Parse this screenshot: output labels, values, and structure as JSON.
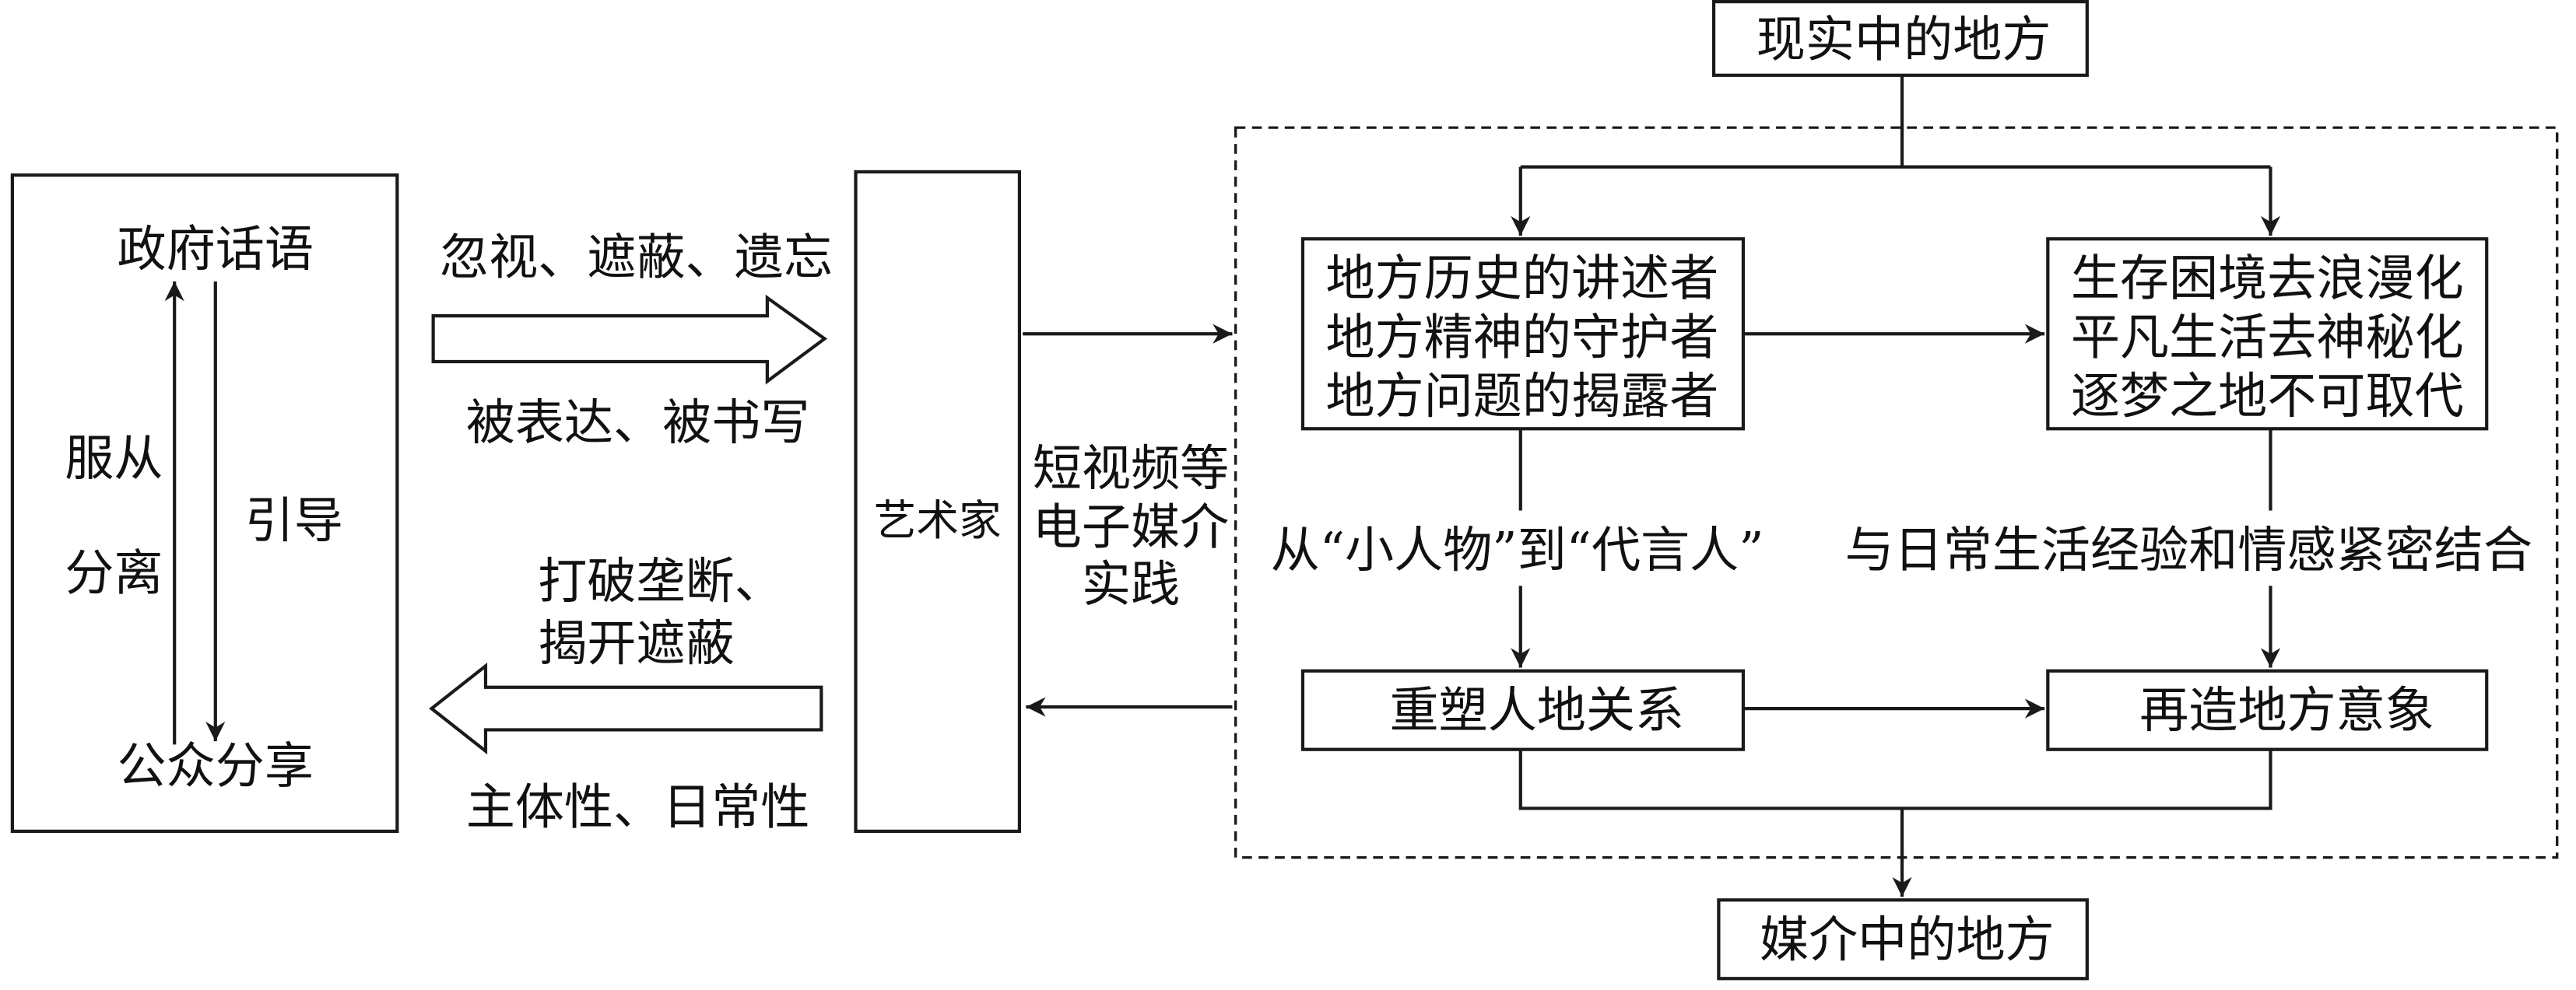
{
  "top_box": {
    "label": "现实中的地方"
  },
  "bottom_box": {
    "label": "媒介中的地方"
  },
  "left_box": {
    "top": "政府话语",
    "bottom": "公众分享",
    "left_label_1": "服从",
    "left_label_2": "分离",
    "right_label": "引导"
  },
  "upper_flow": {
    "top_text": "忽视、遮蔽、遗忘",
    "bottom_text": "被表达、被书写"
  },
  "lower_flow": {
    "top_text_1": "打破垄断、",
    "top_text_2": "揭开遮蔽",
    "bottom_text": "主体性、日常性"
  },
  "artist_box": {
    "label": "艺术家"
  },
  "media_practice": [
    "短视频等",
    "电子媒介",
    "实践"
  ],
  "role_box": [
    "地方历史的讲述者",
    "地方精神的守护者",
    "地方问题的揭露者"
  ],
  "life_box": [
    "生存困境去浪漫化",
    "平凡生活去神秘化",
    "逐梦之地不可取代"
  ],
  "left_edge_label": "从“小人物”到“代言人”",
  "right_edge_label": "与日常生活经验和情感紧密结合",
  "reshape_box": {
    "label": "重塑人地关系"
  },
  "recreate_box": {
    "label": "再造地方意象"
  }
}
